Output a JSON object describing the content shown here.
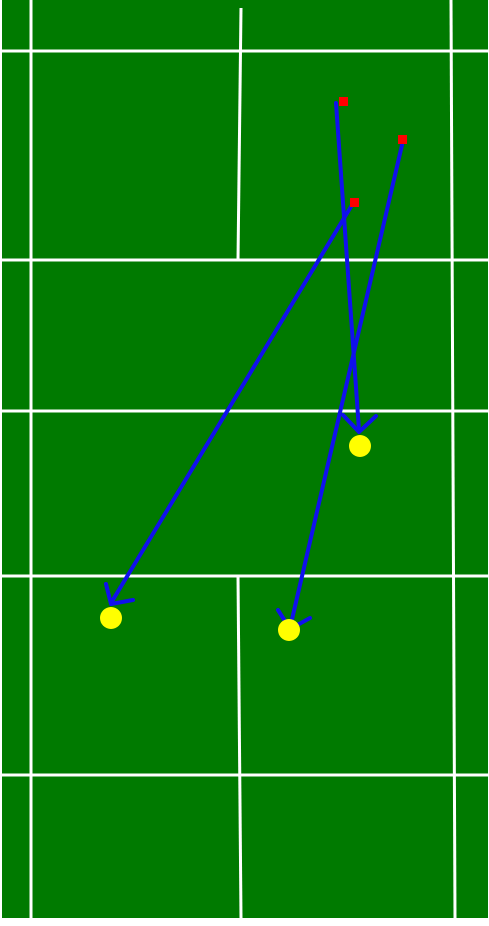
{
  "colors": {
    "court": "#007a00",
    "lines": "#ffffff",
    "trajectory": "#1010ee",
    "start_marker": "#ff0000",
    "landing_marker": "#ffff00",
    "background": "#ffffff"
  },
  "icons": {
    "start": "red-square",
    "landing": "yellow-circle",
    "trajectory": "arrow"
  }
}
